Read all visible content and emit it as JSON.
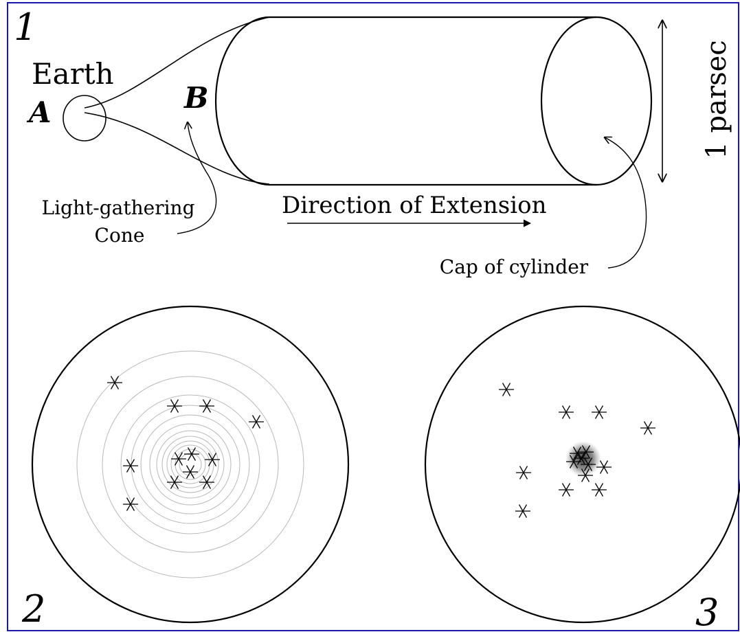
{
  "frame": {
    "border_color": "#1a1aaa"
  },
  "panel_1": {
    "number": "1",
    "earth_label": "Earth",
    "point_a": "A",
    "point_b": "B",
    "cone_label_line1": "Light-gathering",
    "cone_label_line2": "Cone",
    "direction_label": "Direction of Extension",
    "parsec_label": "1 parsec",
    "cap_label": "Cap of cylinder"
  },
  "panel_2": {
    "number": "2"
  },
  "panel_3": {
    "number": "3"
  }
}
